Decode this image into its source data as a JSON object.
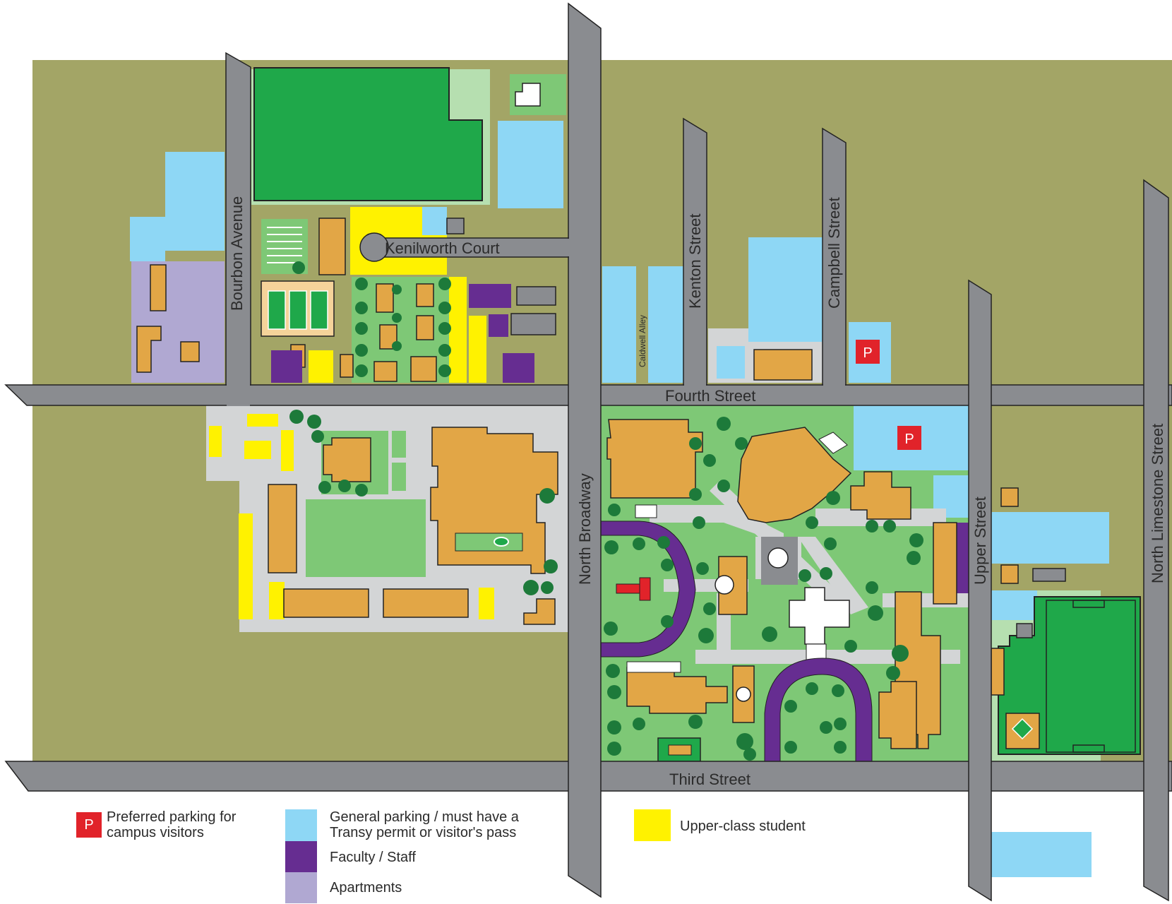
{
  "streets": {
    "bourbon": "Bourbon Avenue",
    "kenilworth": "Kenilworth Court",
    "kenton": "Kenton Street",
    "campbell": "Campbell Street",
    "caldwell": "Caldwell Alley",
    "fourth": "Fourth Street",
    "third": "Third Street",
    "north_broadway": "North Broadway",
    "upper": "Upper Street",
    "north_limestone": "North Limestone Street"
  },
  "parking_marker": "P",
  "legend": {
    "preferred": "Preferred parking for campus visitors",
    "general": "General parking / must have a Transy permit or visitor's pass",
    "faculty": "Faculty / Staff",
    "apartments": "Apartments",
    "upper_class": "Upper-class student"
  },
  "colors": {
    "ground": "#a3a566",
    "road": "#8a8c90",
    "lawn": "#7ec876",
    "field": "#1fa84a",
    "building": "#e2a646",
    "general_parking": "#8ed7f5",
    "faculty_parking": "#662d91",
    "apartments": "#b0a8d2",
    "upper_class": "#fff200",
    "preferred": "#e1232a",
    "plaza": "#d3d5d6"
  }
}
